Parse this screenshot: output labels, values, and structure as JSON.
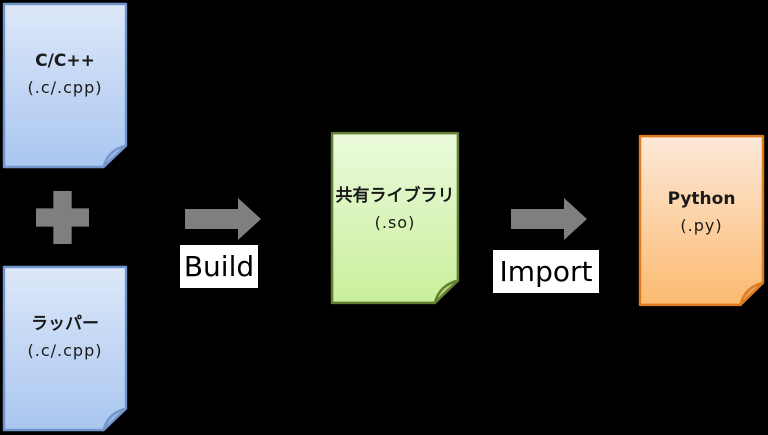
{
  "diagram": {
    "title": "C/C++ to Python shared-library build and import flow",
    "nodes": {
      "c_cpp": {
        "title": "C/C++",
        "subtitle": "(.c/.cpp)"
      },
      "wrapper": {
        "title": "ラッパー",
        "subtitle": "(.c/.cpp)"
      },
      "shared": {
        "title": "共有ライブラリ",
        "subtitle": "(.so)"
      },
      "python": {
        "title": "Python",
        "subtitle": "(.py)"
      }
    },
    "arrows": [
      {
        "label": "Build"
      },
      {
        "label": "Import"
      }
    ],
    "colors": {
      "background": "#000000",
      "connector_gray": "#7f7f7f",
      "label_bg": "#ffffff",
      "label_text": "#000000",
      "blue": {
        "top": "#dde8f9",
        "bottom": "#a9c6ef",
        "border": "#7295cc",
        "fold": "#9db9e8"
      },
      "green": {
        "top": "#ebfadc",
        "bottom": "#c9ef9b",
        "border": "#637f35",
        "fold": "#b3d877"
      },
      "orange": {
        "top": "#fde9d9",
        "bottom": "#fbba70",
        "border": "#dd7b22",
        "fold": "#eba45c"
      }
    }
  }
}
